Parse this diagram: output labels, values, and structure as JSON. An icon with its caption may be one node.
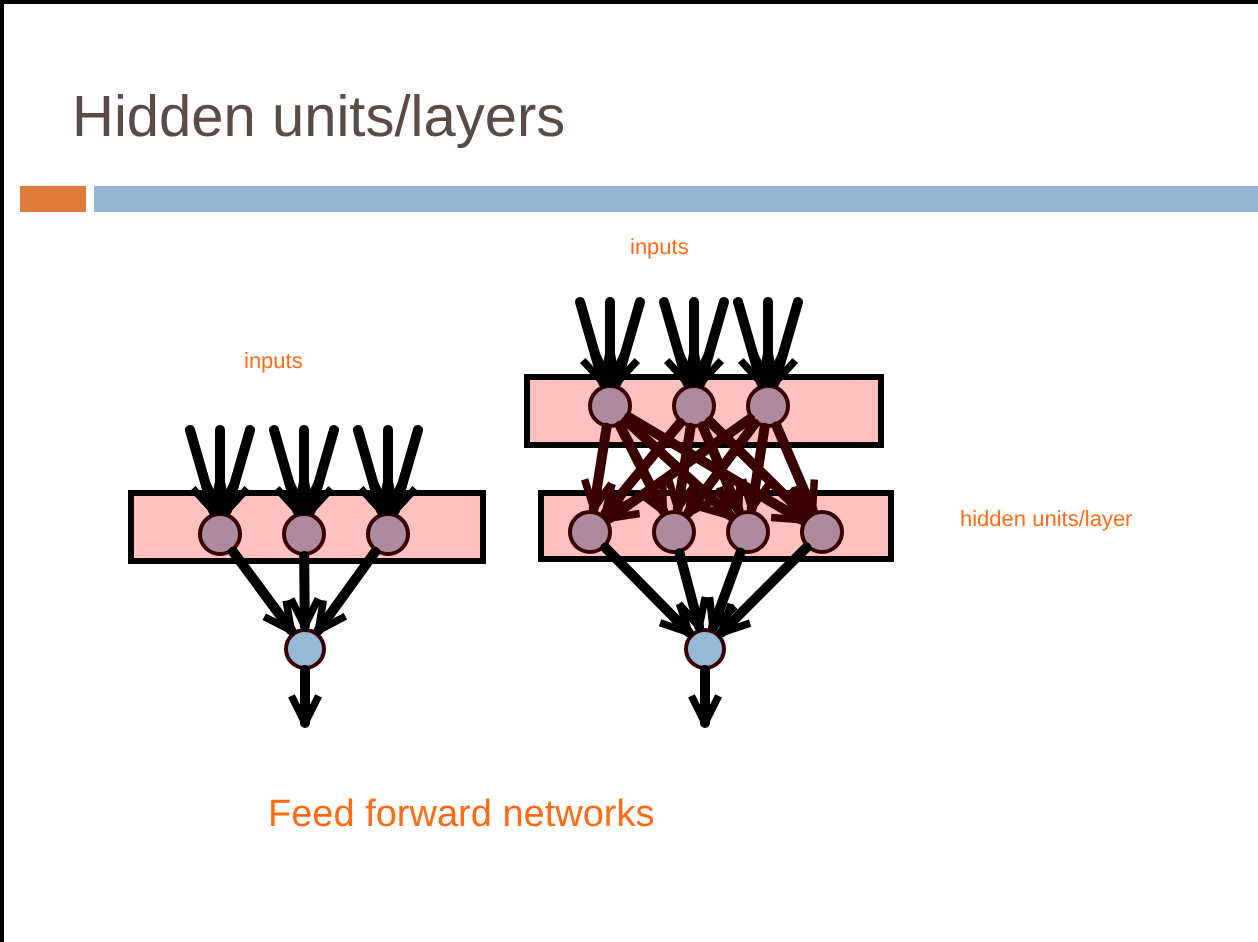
{
  "diagram": {
    "title": "Hidden units/layers",
    "nodes": [
      {
        "text": [],
        "shape": "box"
      },
      {
        "text": [],
        "shape": "circle",
        "in": 0
      },
      {
        "text": [],
        "shape": "circle",
        "in": 0
      },
      {
        "text": [],
        "shape": "circle",
        "in": 0
      },
      {
        "text": [],
        "shape": "circle"
      },
      {
        "text": [],
        "shape": "box"
      },
      {
        "text": [],
        "shape": "circle",
        "in": 5
      },
      {
        "text": [],
        "shape": "circle",
        "in": 5
      },
      {
        "text": [],
        "shape": "circle",
        "in": 5
      },
      {
        "text": [],
        "shape": "box"
      },
      {
        "text": [],
        "shape": "circle",
        "in": 9
      },
      {
        "text": [],
        "shape": "circle",
        "in": 9
      },
      {
        "text": [],
        "shape": "circle",
        "in": 9
      },
      {
        "text": [],
        "shape": "circle",
        "in": 9
      },
      {
        "text": [],
        "shape": "circle"
      }
    ],
    "edges": [
      {
        "from": null,
        "to": 1,
        "arrow": "to"
      },
      {
        "from": null,
        "to": 1,
        "arrow": "to"
      },
      {
        "from": null,
        "to": 1,
        "arrow": "to"
      },
      {
        "from": null,
        "to": 2,
        "arrow": "to"
      },
      {
        "from": null,
        "to": 2,
        "arrow": "to"
      },
      {
        "from": null,
        "to": 2,
        "arrow": "to"
      },
      {
        "from": null,
        "to": 3,
        "arrow": "to"
      },
      {
        "from": null,
        "to": 3,
        "arrow": "to"
      },
      {
        "from": null,
        "to": 3,
        "arrow": "to"
      },
      {
        "from": 1,
        "to": 4,
        "arrow": "to"
      },
      {
        "from": 2,
        "to": 4,
        "arrow": "to"
      },
      {
        "from": 3,
        "to": 4,
        "arrow": "to"
      },
      {
        "from": 4,
        "to": null,
        "arrow": "to"
      },
      {
        "from": null,
        "to": 6,
        "arrow": "to"
      },
      {
        "from": null,
        "to": 6,
        "arrow": "to"
      },
      {
        "from": null,
        "to": 6,
        "arrow": "to"
      },
      {
        "from": null,
        "to": 7,
        "arrow": "to"
      },
      {
        "from": null,
        "to": 7,
        "arrow": "to"
      },
      {
        "from": null,
        "to": 7,
        "arrow": "to"
      },
      {
        "from": null,
        "to": 8,
        "arrow": "to"
      },
      {
        "from": null,
        "to": 8,
        "arrow": "to"
      },
      {
        "from": null,
        "to": 8,
        "arrow": "to"
      },
      {
        "from": 6,
        "to": 10,
        "arrow": "to",
        "color": "#3a0000"
      },
      {
        "from": 6,
        "to": 11,
        "arrow": "to",
        "color": "#3a0000"
      },
      {
        "from": 6,
        "to": 12,
        "arrow": "to",
        "color": "#3a0000"
      },
      {
        "from": 6,
        "to": 13,
        "arrow": "to",
        "color": "#3a0000"
      },
      {
        "from": 7,
        "to": 10,
        "arrow": "to",
        "color": "#3a0000"
      },
      {
        "from": 7,
        "to": 11,
        "arrow": "to",
        "color": "#3a0000"
      },
      {
        "from": 7,
        "to": 12,
        "arrow": "to",
        "color": "#3a0000"
      },
      {
        "from": 7,
        "to": 13,
        "arrow": "to",
        "color": "#3a0000"
      },
      {
        "from": 8,
        "to": 10,
        "arrow": "to",
        "color": "#3a0000"
      },
      {
        "from": 8,
        "to": 11,
        "arrow": "to",
        "color": "#3a0000"
      },
      {
        "from": 8,
        "to": 12,
        "arrow": "to",
        "color": "#3a0000"
      },
      {
        "from": 8,
        "to": 13,
        "arrow": "to",
        "color": "#3a0000"
      },
      {
        "from": 10,
        "to": 14,
        "arrow": "to"
      },
      {
        "from": 11,
        "to": 14,
        "arrow": "to"
      },
      {
        "from": 12,
        "to": 14,
        "arrow": "to"
      },
      {
        "from": 13,
        "to": 14,
        "arrow": "to"
      },
      {
        "from": 14,
        "to": null,
        "arrow": "to"
      }
    ],
    "labels": [
      "inputs",
      "inputs",
      "hidden units/layer",
      "Feed forward networks"
    ]
  }
}
